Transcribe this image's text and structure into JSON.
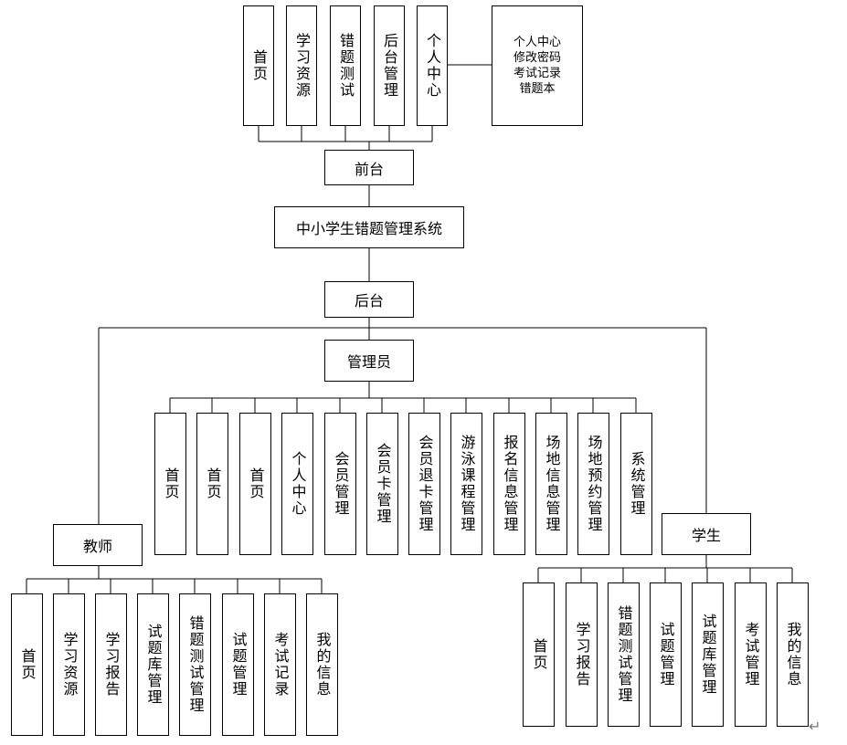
{
  "system": "中小学生错题管理系统",
  "front": {
    "label": "前台",
    "items": [
      "首页",
      "学习资源",
      "错题测试",
      "后台管理",
      "个人中心"
    ],
    "personal_center_detail": "个人中心\n修改密码\n考试记录\n错题本"
  },
  "back": {
    "label": "后台",
    "admin": {
      "label": "管理员",
      "items": [
        "首页",
        "首页",
        "首页",
        "个人中心",
        "会员管理",
        "会员卡管理",
        "会员退卡管理",
        "游泳课程管理",
        "报名信息管理",
        "场地信息管理",
        "场地预约管理",
        "系统管理"
      ]
    },
    "teacher": {
      "label": "教师",
      "items": [
        "首页",
        "学习资源",
        "学习报告",
        "试题库管理",
        "错题测试管理",
        "试题管理",
        "考试记录",
        "我的信息"
      ]
    },
    "student": {
      "label": "学生",
      "items": [
        "首页",
        "学习报告",
        "错题测试管理",
        "试题管理",
        "试题库管理",
        "考试管理",
        "我的信息"
      ]
    }
  },
  "return_glyph": "↵"
}
